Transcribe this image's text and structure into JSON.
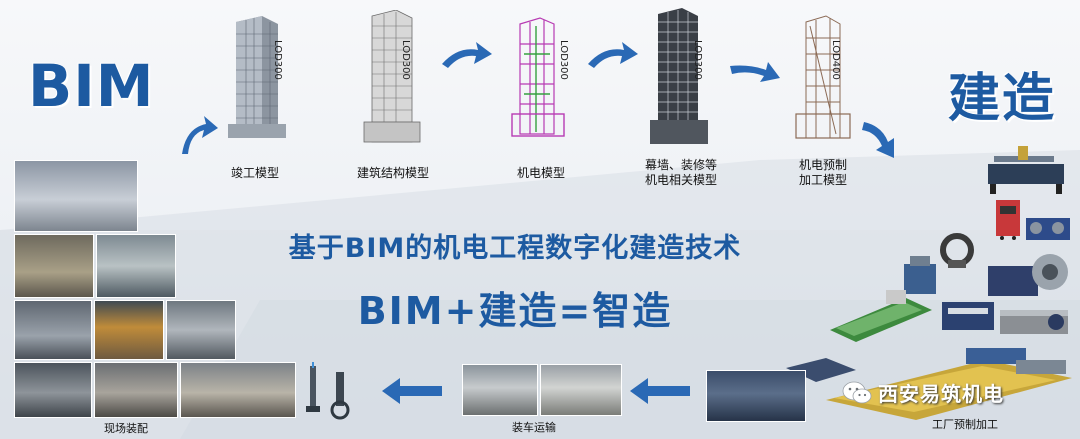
{
  "left_title": "BIM",
  "right_title": "建造",
  "headline": "基于BIM的机电工程数字化建造技术",
  "formula": "BIM+建造=智造",
  "models": [
    {
      "lod": "LOD300",
      "caption": "竣工模型"
    },
    {
      "lod": "LOD300",
      "caption": "建筑结构模型"
    },
    {
      "lod": "LOD300",
      "caption": "机电模型"
    },
    {
      "lod": "LOD300",
      "caption": "幕墙、装修等\n机电相关模型"
    },
    {
      "lod": "LOD400",
      "caption": "机电预制\n加工模型"
    }
  ],
  "photo_captions": {
    "site": "现场装配",
    "transport": "装车运输",
    "factory": "工厂预制加工"
  },
  "watermark": "西安易筑机电",
  "colors": {
    "brand": "#1d5aa1",
    "arrow": "#2a69b5"
  }
}
